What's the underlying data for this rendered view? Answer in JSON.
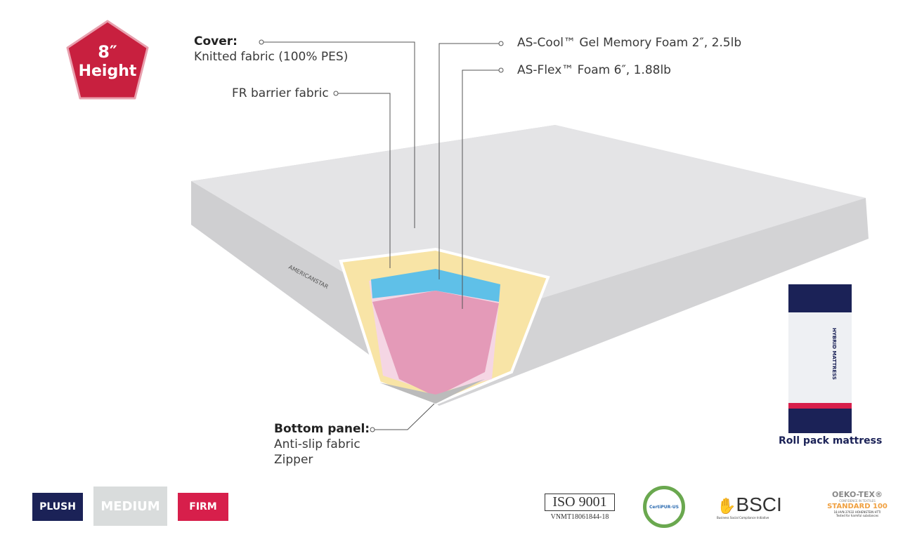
{
  "badge": {
    "size": "8″",
    "label": "Height"
  },
  "callouts": {
    "cover_title": "Cover:",
    "cover_desc": "Knitted fabric (100% PES)",
    "fr": "FR barrier fabric",
    "gel": "AS-Cool™ Gel Memory Foam 2″,  2.5lb",
    "flex": "AS-Flex™ Foam 6″,  1.88lb",
    "bottom_title": "Bottom panel:",
    "bottom_line1": "Anti-slip fabric",
    "bottom_line2": "Zipper"
  },
  "brand": "AMERICANSTAR",
  "box": {
    "label": "Roll pack mattress",
    "text": "HYBRID MATTRESS"
  },
  "firmness": {
    "options": [
      "PLUSH",
      "MEDIUM",
      "FIRM"
    ],
    "selected": "MEDIUM",
    "colors": [
      "#1b2257",
      "#d9dcdc",
      "#d71f4b"
    ]
  },
  "certs": {
    "iso": "ISO 9001",
    "iso_code": "VNMT18061844-18",
    "certipur": "CertiPUR-US",
    "bsci": "BSCI",
    "bsci_sub": "Business Social Compliance Initiative",
    "oeko": "OEKO-TEX®",
    "oeko_sub": "CONFIDENCE IN TEXTILES",
    "oeko_std": "STANDARD 100",
    "oeko_code": "18.HVN.37632 HOHENSTEIN HTTI",
    "oeko_note": "Tested for harmful substances"
  }
}
